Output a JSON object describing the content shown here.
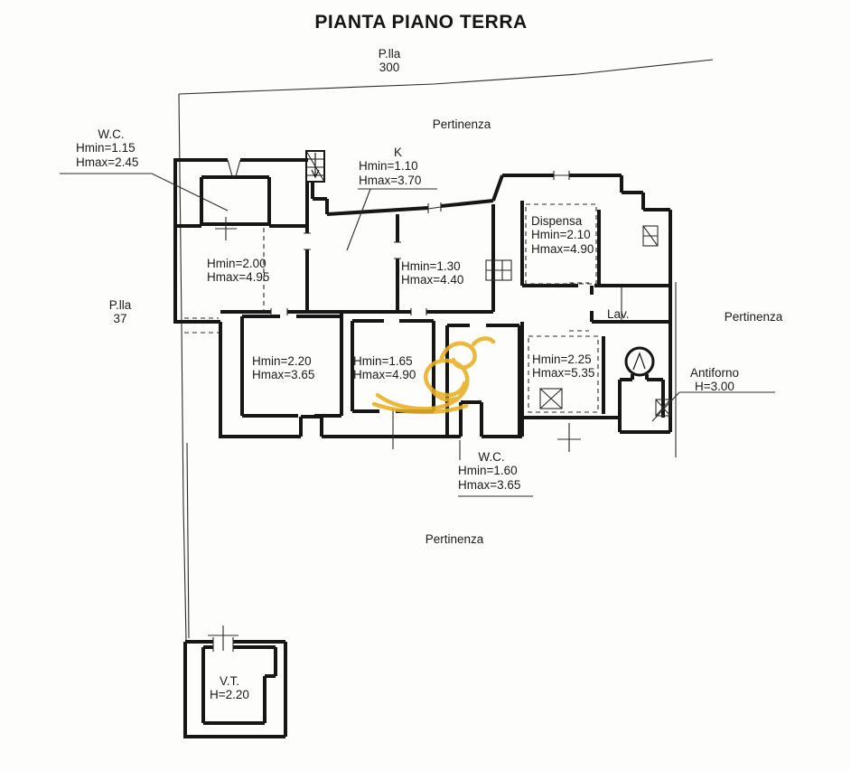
{
  "title": "PIANTA PIANO TERRA",
  "parcels": {
    "top": {
      "line1": "P.lla",
      "line2": "300"
    },
    "left": {
      "line1": "P.lla",
      "line2": "37"
    }
  },
  "areas": {
    "pertinenza_top": "Pertinenza",
    "pertinenza_right": "Pertinenza",
    "pertinenza_bottom": "Pertinenza"
  },
  "rooms": {
    "wc_top": {
      "name": "W.C.",
      "hmin": "Hmin=1.15",
      "hmax": "Hmax=2.45"
    },
    "kitchen": {
      "name": "K",
      "hmin": "Hmin=1.10",
      "hmax": "Hmax=3.70"
    },
    "dispensa": {
      "name": "Dispensa",
      "hmin": "Hmin=2.10",
      "hmax": "Hmax=4.90"
    },
    "room_200": {
      "hmin": "Hmin=2.00",
      "hmax": "Hmax=4.95"
    },
    "room_130": {
      "hmin": "Hmin=1.30",
      "hmax": "Hmax=4.40"
    },
    "room_220": {
      "hmin": "Hmin=2.20",
      "hmax": "Hmax=3.65"
    },
    "room_165": {
      "hmin": "Hmin=1.65",
      "hmax": "Hmax=4.90"
    },
    "room_225": {
      "hmin": "Hmin=2.25",
      "hmax": "Hmax=5.35"
    },
    "lav": {
      "name": "Lav."
    },
    "antiforno": {
      "name": "Antiforno",
      "h": "H=3.00"
    },
    "wc_bottom": {
      "name": "W.C.",
      "hmin": "Hmin=1.60",
      "hmax": "Hmax=3.65"
    },
    "vt": {
      "name": "V.T.",
      "h": "H=2.20"
    }
  },
  "colors": {
    "ink": "#1b1b1b",
    "signature": "#e9af25",
    "background": "#fdfdfb"
  }
}
